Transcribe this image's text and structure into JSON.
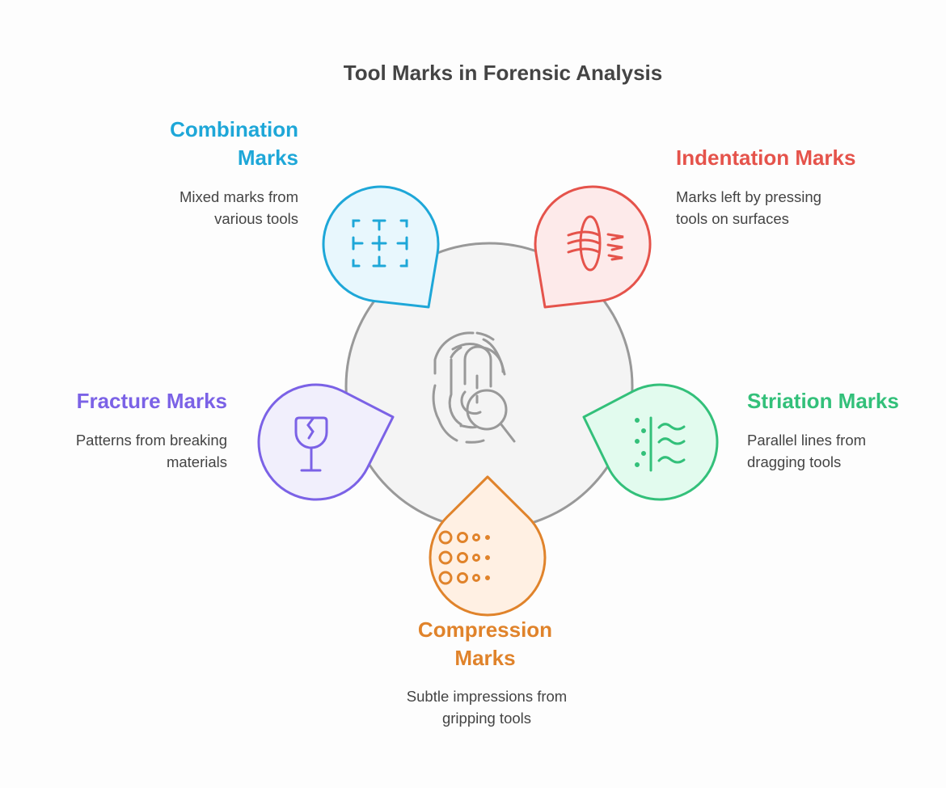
{
  "title": "Tool Marks in Forensic Analysis",
  "center": {
    "icon": "fingerprint-magnifier-icon",
    "fill": "#f4f4f4",
    "stroke": "#999999"
  },
  "items": [
    {
      "id": "combination",
      "title_lines": [
        "Combination",
        "Marks"
      ],
      "desc_lines": [
        "Mixed marks from",
        "various tools"
      ],
      "color": "#1ea7d8",
      "fill": "#e8f7fd",
      "icon": "dashed-grid-icon"
    },
    {
      "id": "indentation",
      "title_lines": [
        "Indentation Marks"
      ],
      "desc_lines": [
        "Marks left by pressing",
        "tools on surfaces"
      ],
      "color": "#e5534b",
      "fill": "#fdeaea",
      "icon": "pressing-lines-icon"
    },
    {
      "id": "fracture",
      "title_lines": [
        "Fracture Marks"
      ],
      "desc_lines": [
        "Patterns from breaking",
        "materials"
      ],
      "color": "#7b62e6",
      "fill": "#f1effc",
      "icon": "broken-glass-icon"
    },
    {
      "id": "striation",
      "title_lines": [
        "Striation Marks"
      ],
      "desc_lines": [
        "Parallel lines from",
        "dragging tools"
      ],
      "color": "#33c07a",
      "fill": "#e2fbee",
      "icon": "wave-lines-icon"
    },
    {
      "id": "compression",
      "title_lines": [
        "Compression",
        "Marks"
      ],
      "desc_lines": [
        "Subtle impressions from",
        "gripping tools"
      ],
      "color": "#e0832b",
      "fill": "#fff0e3",
      "icon": "dot-grid-icon"
    }
  ]
}
